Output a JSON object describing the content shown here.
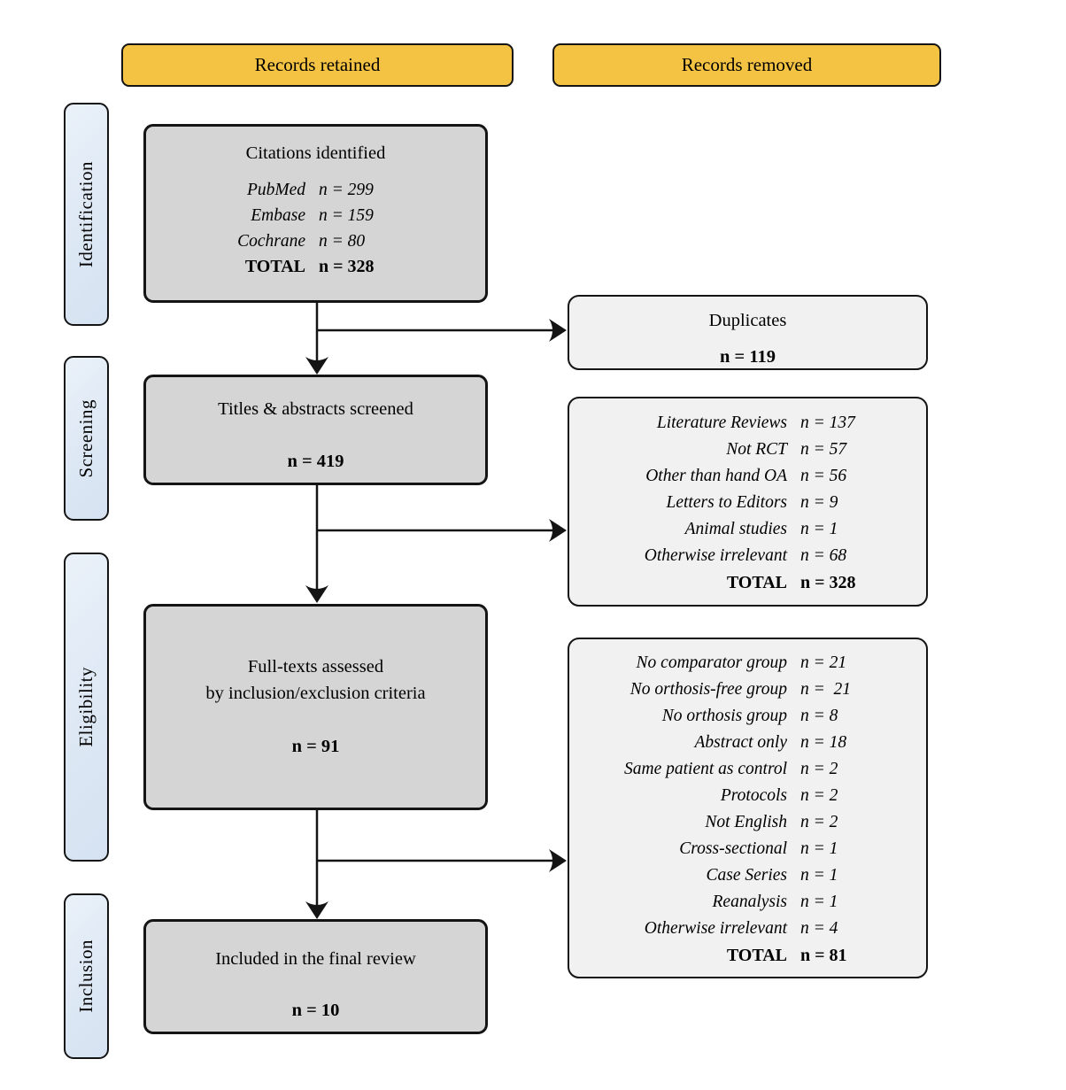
{
  "headers": {
    "retained": "Records retained",
    "removed": "Records removed"
  },
  "stages": [
    {
      "label": "Identification"
    },
    {
      "label": "Screening"
    },
    {
      "label": "Eligibility"
    },
    {
      "label": "Inclusion"
    }
  ],
  "retained_flow": {
    "citations": {
      "title": "Citations identified",
      "rows": [
        {
          "label": "PubMed",
          "value": "n = 299",
          "style": "italic"
        },
        {
          "label": "Embase",
          "value": "n = 159",
          "style": "italic"
        },
        {
          "label": "Cochrane",
          "value": "n = 80",
          "style": "italic"
        },
        {
          "label": "TOTAL",
          "value": "n = 328",
          "style": "bold"
        }
      ]
    },
    "screened": {
      "title": "Titles & abstracts screened",
      "count": "n = 419"
    },
    "fulltext": {
      "title": "Full-texts assessed\nby inclusion/exclusion criteria",
      "count": "n = 91"
    },
    "included": {
      "title": "Included in the final review",
      "count": "n = 10"
    }
  },
  "removed_flow": {
    "duplicates": {
      "title": "Duplicates",
      "count": "n = 119"
    },
    "screening_exclusions": {
      "rows": [
        {
          "label": "Literature Reviews",
          "value": "n = 137",
          "style": "italic"
        },
        {
          "label": "Not RCT",
          "value": "n = 57",
          "style": "italic"
        },
        {
          "label": "Other than hand OA",
          "value": "n = 56",
          "style": "italic"
        },
        {
          "label": "Letters to Editors",
          "value": "n = 9",
          "style": "italic"
        },
        {
          "label": "Animal studies",
          "value": "n = 1",
          "style": "italic"
        },
        {
          "label": "Otherwise irrelevant",
          "value": "n = 68",
          "style": "italic"
        },
        {
          "label": "TOTAL",
          "value": "n = 328",
          "style": "bold"
        }
      ]
    },
    "eligibility_exclusions": {
      "rows": [
        {
          "label": "No comparator group",
          "value": "n = 21",
          "style": "italic"
        },
        {
          "label": "No orthosis-free group",
          "value": "n =  21",
          "style": "italic"
        },
        {
          "label": "No orthosis group",
          "value": "n = 8",
          "style": "italic"
        },
        {
          "label": "Abstract only",
          "value": "n = 18",
          "style": "italic"
        },
        {
          "label": "Same patient as control",
          "value": "n = 2",
          "style": "italic"
        },
        {
          "label": "Protocols",
          "value": "n = 2",
          "style": "italic"
        },
        {
          "label": "Not English",
          "value": "n = 2",
          "style": "italic"
        },
        {
          "label": "Cross-sectional",
          "value": "n = 1",
          "style": "italic"
        },
        {
          "label": "Case Series",
          "value": "n = 1",
          "style": "italic"
        },
        {
          "label": "Reanalysis",
          "value": "n = 1",
          "style": "italic"
        },
        {
          "label": "Otherwise irrelevant",
          "value": "n = 4",
          "style": "italic"
        },
        {
          "label": "TOTAL",
          "value": "n = 81",
          "style": "bold"
        }
      ]
    }
  },
  "colors": {
    "header_fill": "#F5C343",
    "stage_label_fill": "#DCE7F4",
    "retained_box_fill": "#D5D5D5",
    "removed_box_fill": "#F1F1F1",
    "line_color": "#141414"
  }
}
